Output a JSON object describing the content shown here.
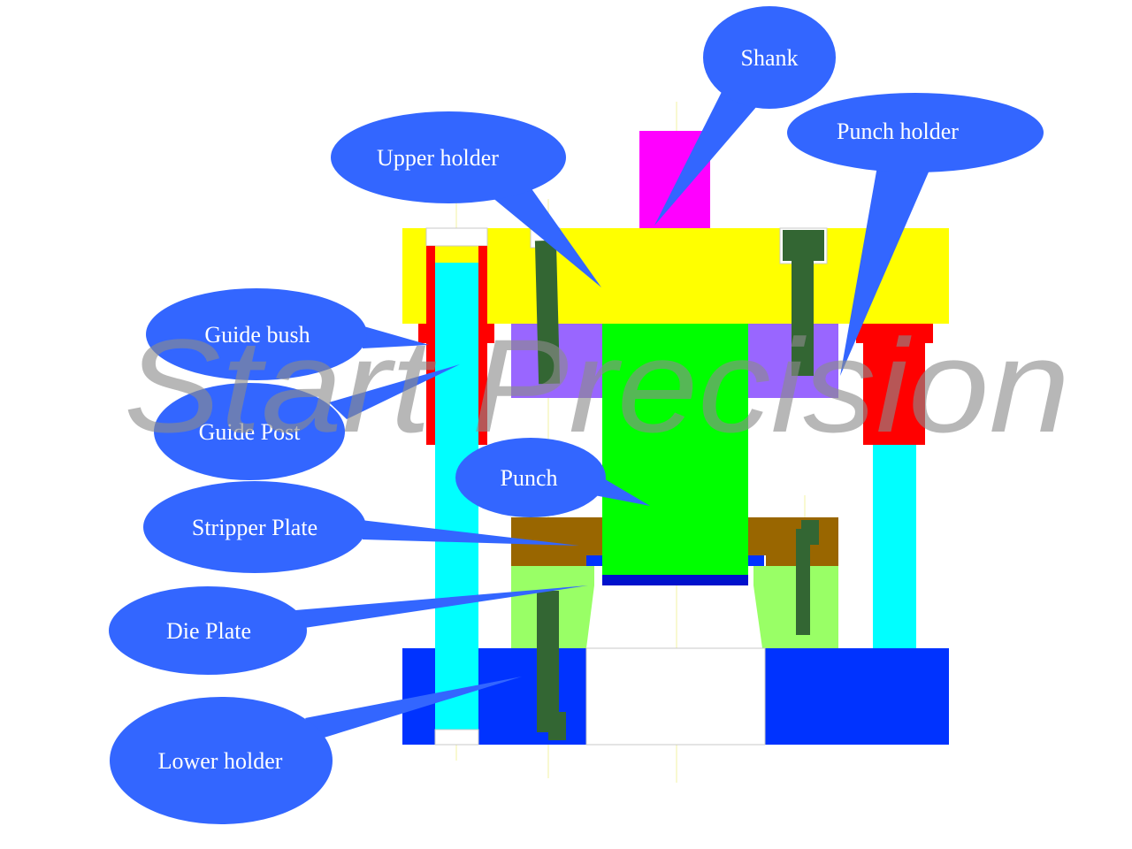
{
  "diagram": {
    "watermark": "Start Precision",
    "labels": {
      "shank": "Shank",
      "upper_holder": "Upper holder",
      "punch_holder": "Punch holder",
      "guide_bush": "Guide bush",
      "guide_post": "Guide Post",
      "punch": "Punch",
      "stripper_plate": "Stripper Plate",
      "die_plate": "Die Plate",
      "lower_holder": "Lower holder"
    }
  },
  "colors": {
    "shank": "#ff00ff",
    "upper_holder": "#ffff00",
    "punch_holder": "#9966ff",
    "punch": "#00ff00",
    "guide_bush": "#ff0000",
    "guide_post": "#00ffff",
    "stripper_plate": "#996600",
    "die_plate": "#99ff66",
    "lower_holder": "#0033ff",
    "punch_tip": "#0011cc",
    "screw": "#336633",
    "callout": "#3366ff"
  }
}
